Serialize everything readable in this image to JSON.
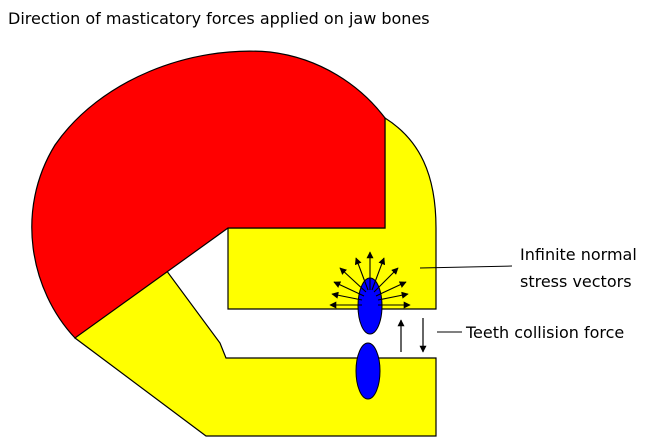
{
  "title": "Direction of masticatory forces applied on jaw bones",
  "labels": {
    "stress_line1": "Infinite normal",
    "stress_line2": "stress vectors",
    "collision": "Teeth collision force"
  },
  "colors": {
    "upper_jaw": "#FF0000",
    "lower_jaw": "#FFFF00",
    "teeth": "#0000FF",
    "outline": "#000000"
  }
}
